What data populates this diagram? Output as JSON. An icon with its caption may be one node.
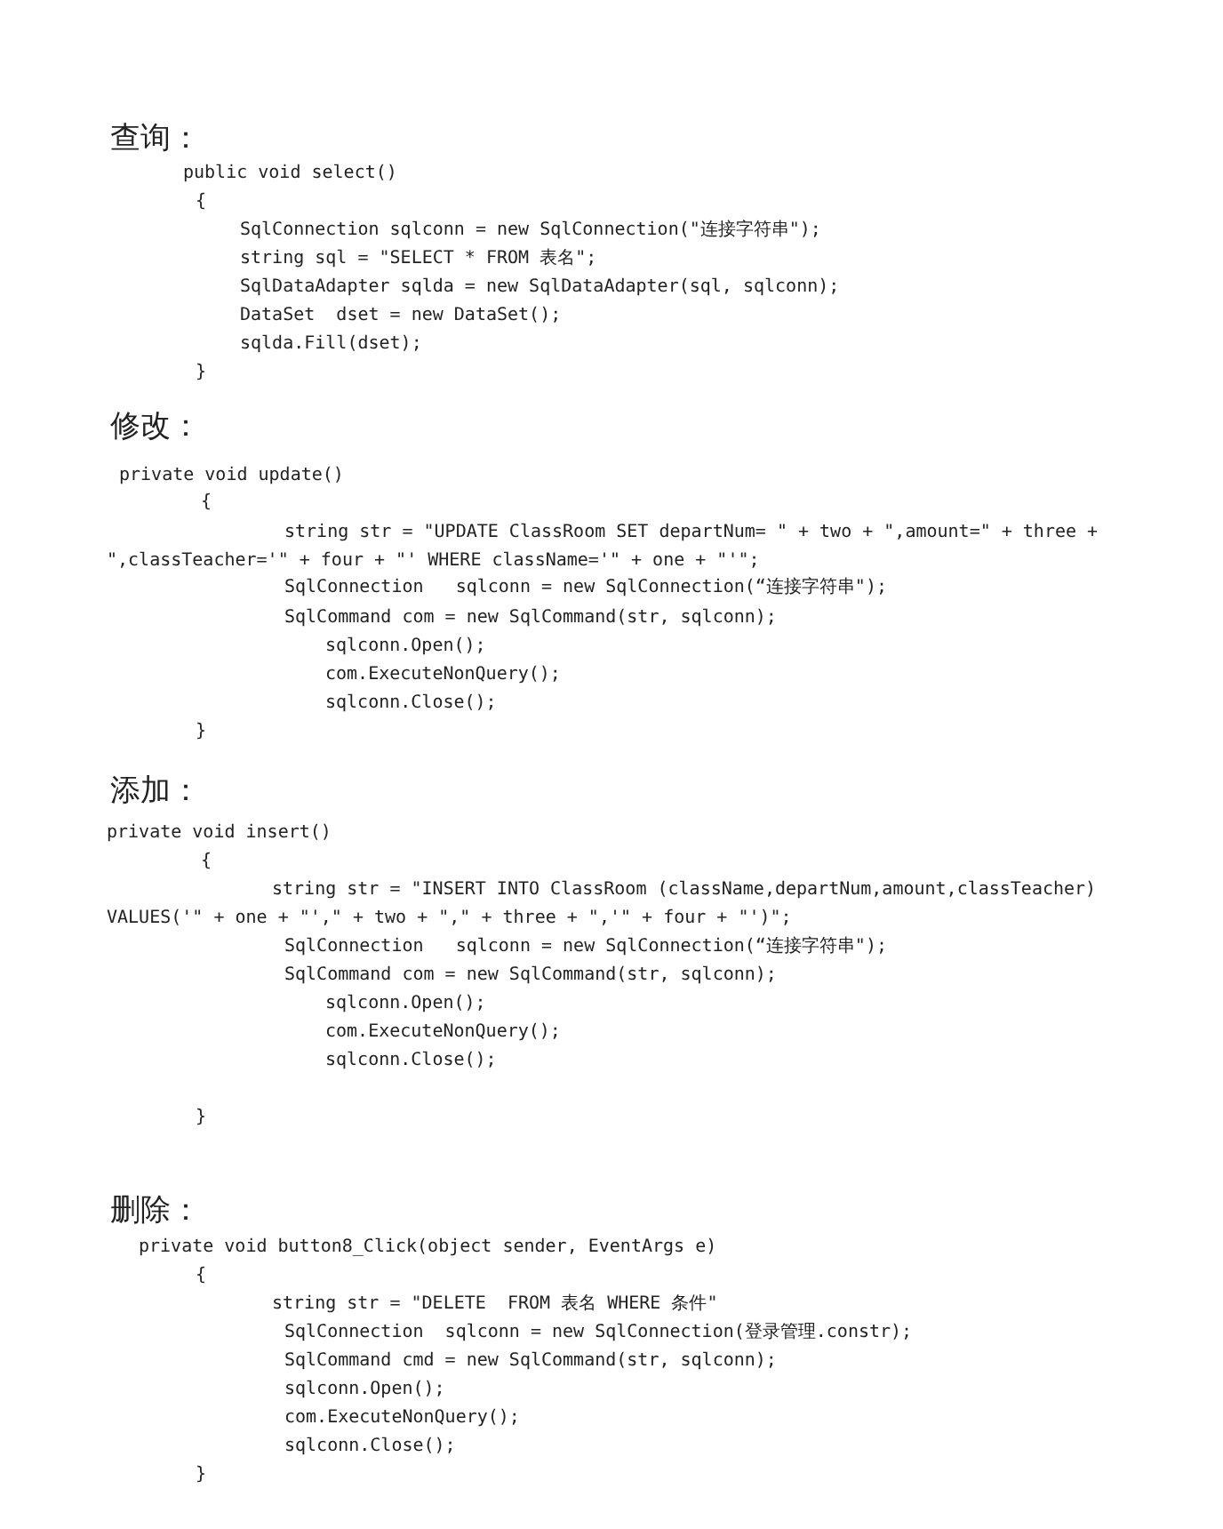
{
  "diagram": {
    "labels": [
      "查询：",
      "public void select()",
      "{",
      "SqlConnection sqlconn = new SqlConnection(\"连接字符串\");",
      "string sql = \"SELECT * FROM 表名\";",
      "SqlDataAdapter sqlda = new SqlDataAdapter(sql, sqlconn);",
      "DataSet  dset = new DataSet();",
      "sqlda.Fill(dset);",
      "}",
      "修改：",
      "private void update()",
      "{",
      "string str = \"UPDATE ClassRoom SET departNum= \" + two + \",amount=\" + three + \",classTeacher='\" + four + \"' WHERE className='\" + one + \"'\";",
      "SqlConnection   sqlconn = new SqlConnection(“连接字符串\");",
      "SqlCommand com = new SqlCommand(str, sqlconn);",
      "sqlconn.Open();",
      "com.ExecuteNonQuery();",
      "sqlconn.Close();",
      "}",
      "添加：",
      "private void insert()",
      "{",
      "string str = \"INSERT INTO ClassRoom (className,departNum,amount,classTeacher) VALUES('\" + one + \"',\" + two + \",\" + three + \",'\" + four + \"')\";",
      "SqlConnection   sqlconn = new SqlConnection(“连接字符串\");",
      "SqlCommand com = new SqlCommand(str, sqlconn);",
      "sqlconn.Open();",
      "com.ExecuteNonQuery();",
      "sqlconn.Close();",
      "}",
      "删除：",
      "private void button8_Click(object sender, EventArgs e)",
      "{",
      "string str = \"DELETE  FROM 表名 WHERE 条件\"",
      "SqlConnection  sqlconn = new SqlConnection(登录管理.constr);",
      "SqlCommand cmd = new SqlCommand(str, sqlconn);",
      "sqlconn.Open();",
      "com.ExecuteNonQuery();",
      "sqlconn.Close();",
      "}"
    ]
  }
}
